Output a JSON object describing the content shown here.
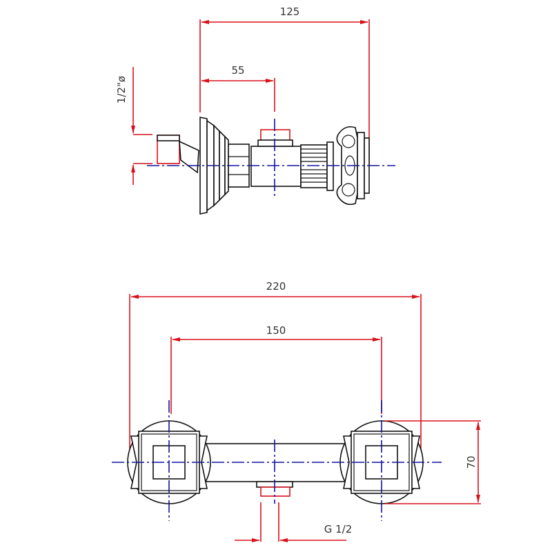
{
  "side_view": {
    "dim_overall_depth": "125",
    "dim_outlet_offset": "55",
    "dim_inlet_thread": "1/2\"ø"
  },
  "front_view": {
    "dim_overall_width": "220",
    "dim_center_distance": "150",
    "dim_height": "70",
    "dim_outlet_thread": "G 1/2"
  },
  "colors": {
    "dimension": "#d8101a",
    "centerline": "#1010a0",
    "outline": "#111111"
  }
}
